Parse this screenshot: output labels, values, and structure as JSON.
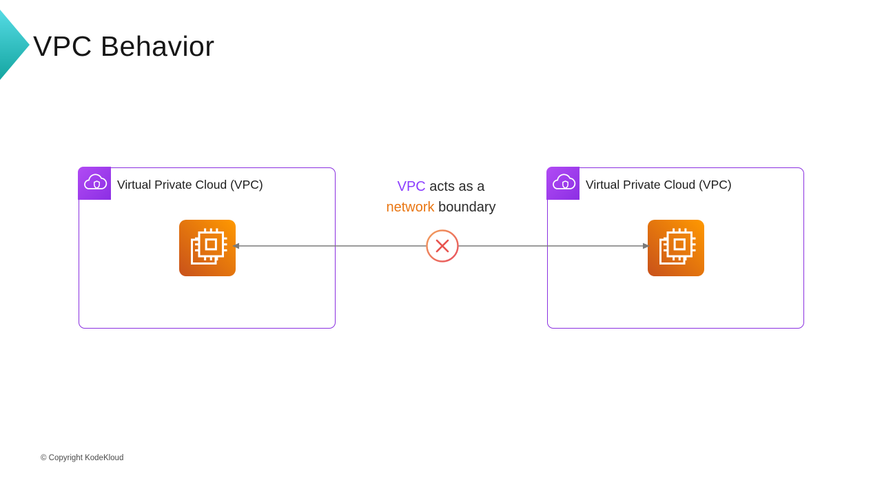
{
  "slide": {
    "title": "VPC Behavior",
    "footer": "© Copyright KodeKloud"
  },
  "vpc_left": {
    "label": "Virtual Private Cloud (VPC)"
  },
  "vpc_right": {
    "label": "Virtual Private Cloud (VPC)"
  },
  "annotation": {
    "seg1": "VPC",
    "seg2": " acts as a",
    "seg3": "network",
    "seg4": " boundary"
  },
  "colors": {
    "box_border_purple": "#8A30E0",
    "vpc_icon_purple": "#9C3BEC",
    "ec2_orange_dark": "#C8511B",
    "ec2_orange_light": "#FF9900",
    "annotation_purple": "#8B3DFF",
    "annotation_orange": "#E97612",
    "connector_gray": "#7A7A7A",
    "cross_circle_red": "#E8544F",
    "chevron_cyan": "#55DBE4",
    "chevron_teal": "#14A5A0"
  }
}
